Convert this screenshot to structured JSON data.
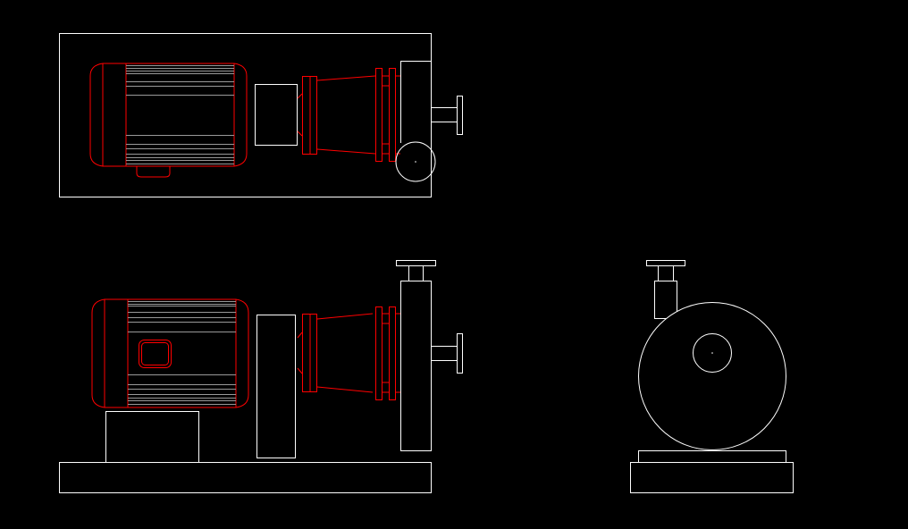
{
  "drawing": {
    "views": [
      "top-view",
      "side-view",
      "front-view"
    ],
    "colors": {
      "background": "#000000",
      "outline": "#ffffff",
      "motor": "#ff0000",
      "fins": "#999999"
    }
  }
}
